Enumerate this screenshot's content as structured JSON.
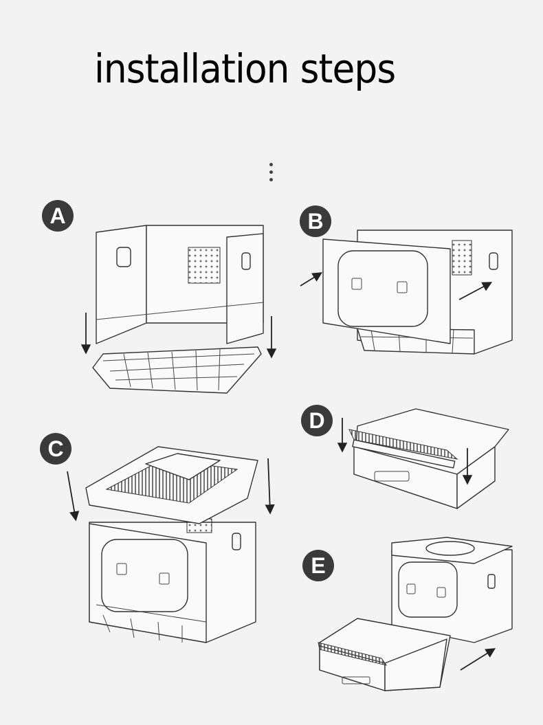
{
  "title": "installation steps",
  "steps": [
    {
      "label": "A"
    },
    {
      "label": "B"
    },
    {
      "label": "C"
    },
    {
      "label": "D"
    },
    {
      "label": "E"
    }
  ],
  "colors": {
    "background": "#f3f3f3",
    "badge": "#3a3a3a",
    "line": "#333333"
  }
}
